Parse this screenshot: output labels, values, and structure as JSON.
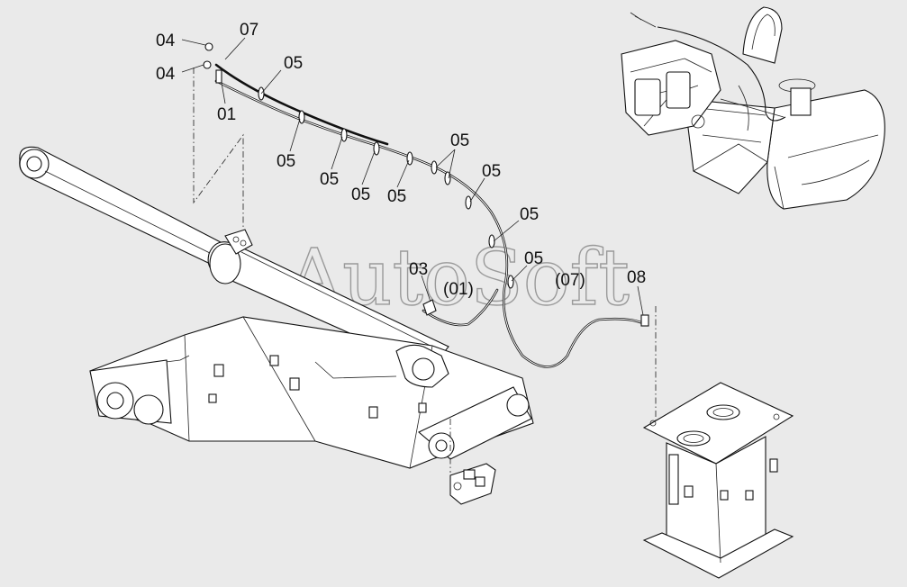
{
  "watermark": "AutoSoft",
  "callouts": [
    {
      "id": "c04a",
      "text": "04"
    },
    {
      "id": "c04b",
      "text": "04"
    },
    {
      "id": "c07",
      "text": "07"
    },
    {
      "id": "c05a",
      "text": "05"
    },
    {
      "id": "c01",
      "text": "01"
    },
    {
      "id": "c05b",
      "text": "05"
    },
    {
      "id": "c05c",
      "text": "05"
    },
    {
      "id": "c05d",
      "text": "05"
    },
    {
      "id": "c05e",
      "text": "05"
    },
    {
      "id": "c05f",
      "text": "05"
    },
    {
      "id": "c05g",
      "text": "05"
    },
    {
      "id": "c05h",
      "text": "05"
    },
    {
      "id": "c05i",
      "text": "05"
    },
    {
      "id": "c03",
      "text": "03"
    },
    {
      "id": "c01p",
      "text": "(01)"
    },
    {
      "id": "c07p",
      "text": "(07)"
    },
    {
      "id": "c08",
      "text": "08"
    }
  ]
}
